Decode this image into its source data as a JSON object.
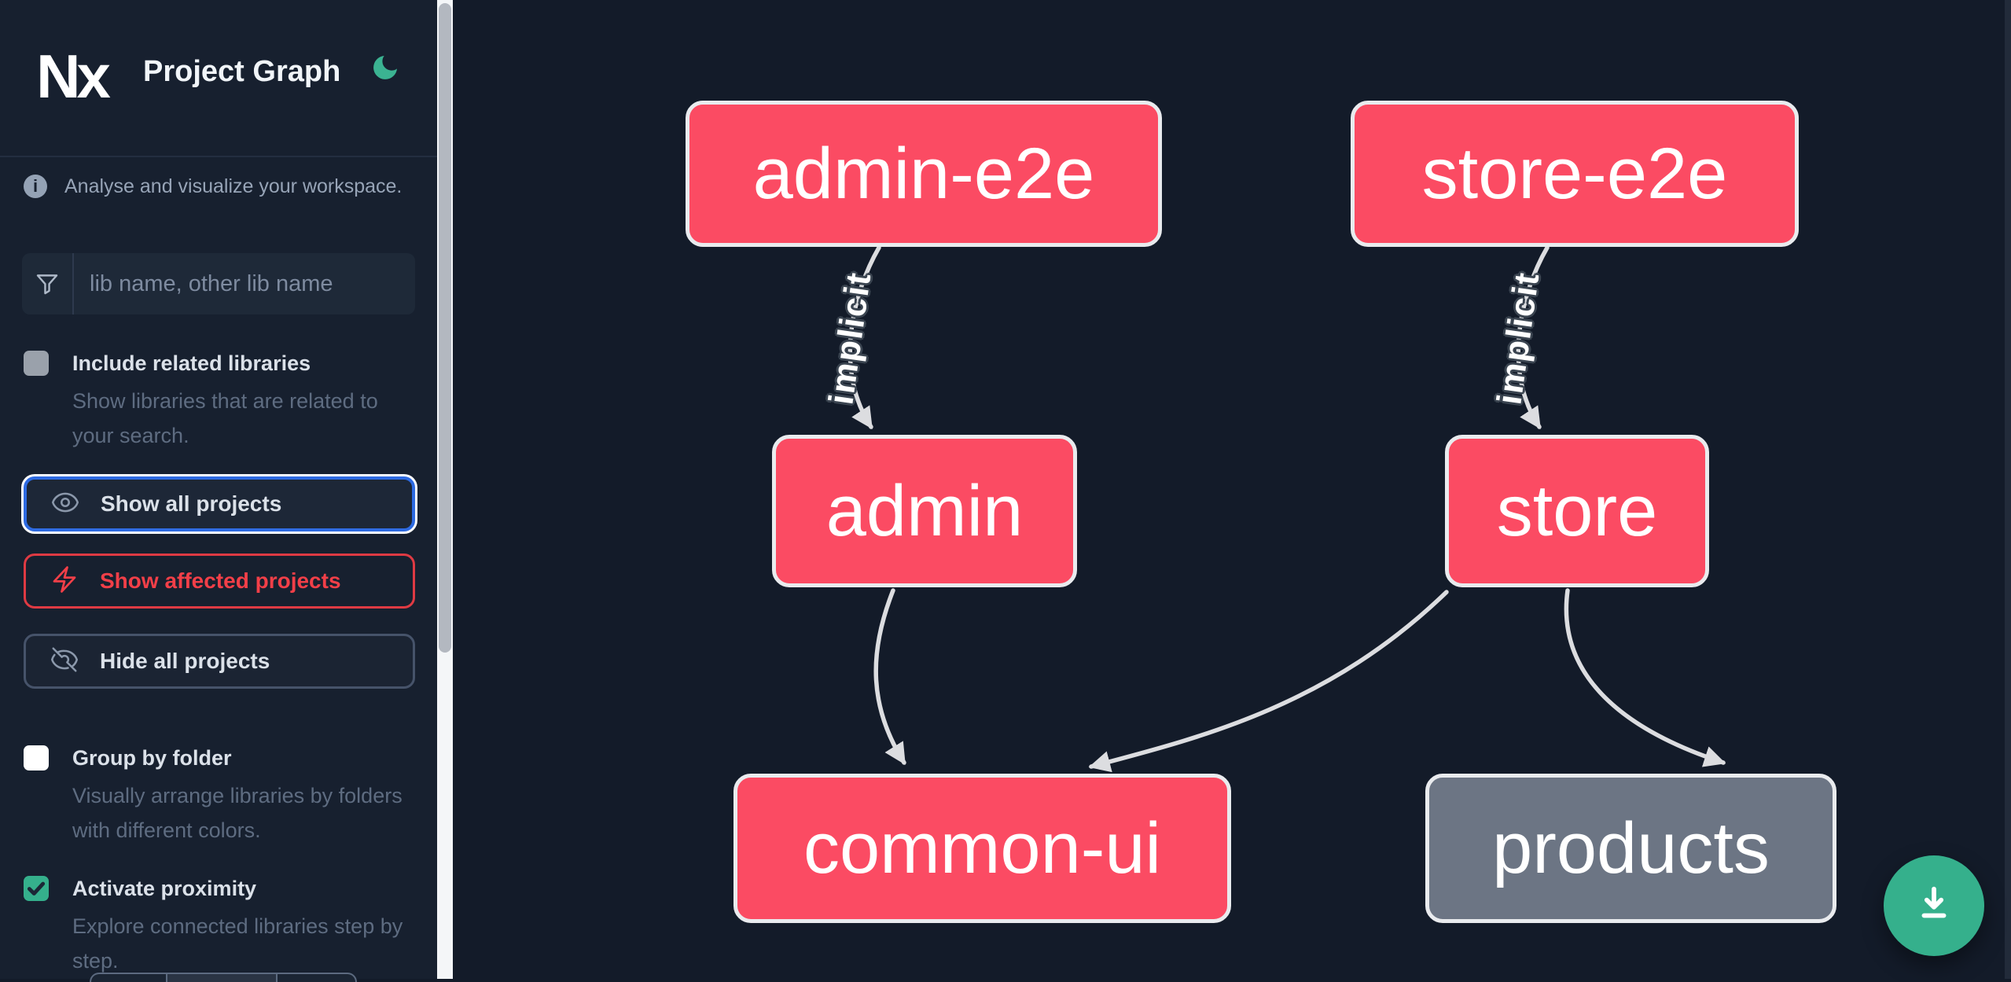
{
  "header": {
    "logo_text": "Nx",
    "title": "Project Graph"
  },
  "sidebar": {
    "info_text": "Analyse and visualize your workspace.",
    "search": {
      "placeholder": "lib name, other lib name",
      "value": ""
    },
    "toggles": [
      {
        "label": "Include related libraries",
        "description": "Show libraries that are related to your search.",
        "checked": false
      },
      {
        "label": "Group by folder",
        "description": "Visually arrange libraries by folders with different colors.",
        "checked": false
      },
      {
        "label": "Activate proximity",
        "description": "Explore connected libraries step by step.",
        "checked": true
      }
    ],
    "buttons": [
      {
        "label": "Show all projects",
        "icon": "eye",
        "state": "focused"
      },
      {
        "label": "Show affected projects",
        "icon": "bolt",
        "state": "affected"
      },
      {
        "label": "Hide all projects",
        "icon": "eye-slash",
        "state": "default"
      }
    ]
  },
  "graph": {
    "nodes": [
      {
        "id": "admin-e2e",
        "label": "admin-e2e",
        "type": "app"
      },
      {
        "id": "store-e2e",
        "label": "store-e2e",
        "type": "app"
      },
      {
        "id": "admin",
        "label": "admin",
        "type": "app"
      },
      {
        "id": "store",
        "label": "store",
        "type": "app"
      },
      {
        "id": "common-ui",
        "label": "common-ui",
        "type": "lib"
      },
      {
        "id": "products",
        "label": "products",
        "type": "lib-unfocused"
      }
    ],
    "edges": [
      {
        "from": "admin-e2e",
        "to": "admin",
        "label": "implicit"
      },
      {
        "from": "store-e2e",
        "to": "store",
        "label": "implicit"
      },
      {
        "from": "admin",
        "to": "common-ui",
        "label": ""
      },
      {
        "from": "store",
        "to": "common-ui",
        "label": ""
      },
      {
        "from": "store",
        "to": "products",
        "label": ""
      }
    ]
  },
  "fab": {
    "icon": "download"
  },
  "colors": {
    "sidebar_bg": "#17202f",
    "canvas_bg": "#131b29",
    "node_pink": "#fb4b63",
    "node_gray": "#6c7584",
    "node_border": "#e9ebee",
    "edge": "#dcdde0",
    "accent_blue": "#2d6ae2",
    "accent_red": "#e5434b",
    "accent_green": "#35b08c"
  }
}
